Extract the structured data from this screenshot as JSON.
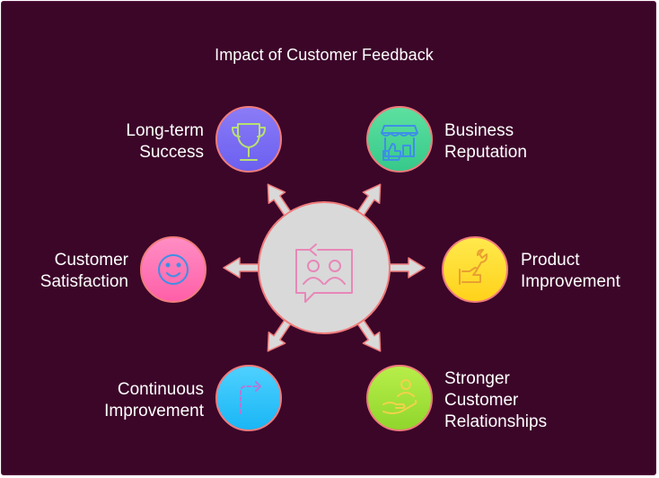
{
  "title": "Impact of Customer Feedback",
  "center": {
    "icon": "feedback-chat-users-icon"
  },
  "outcomes": [
    {
      "id": "long-term-success",
      "lines": [
        "Long-term",
        "Success"
      ],
      "icon": "trophy-icon",
      "color_top": "#8b7cf6",
      "color_bottom": "#6b5ff0"
    },
    {
      "id": "business-reputation",
      "lines": [
        "Business",
        "Reputation"
      ],
      "icon": "storefront-thumbs-up-icon",
      "color_top": "#5ee0a0",
      "color_bottom": "#36c98a"
    },
    {
      "id": "customer-satisfaction",
      "lines": [
        "Customer",
        "Satisfaction"
      ],
      "icon": "smiley-face-icon",
      "color_top": "#ff8ec4",
      "color_bottom": "#ff5fa8"
    },
    {
      "id": "product-improvement",
      "lines": [
        "Product",
        "Improvement"
      ],
      "icon": "wrench-hand-icon",
      "color_top": "#ffe94d",
      "color_bottom": "#ffd21a"
    },
    {
      "id": "continuous-improvement",
      "lines": [
        "Continuous",
        "Improvement"
      ],
      "icon": "dashed-path-arrow-icon",
      "color_top": "#4fd1ff",
      "color_bottom": "#19b6f5"
    },
    {
      "id": "stronger-customer-relationships",
      "lines": [
        "Stronger",
        "Customer",
        "Relationships"
      ],
      "icon": "hand-holding-person-icon",
      "color_top": "#b8ee4a",
      "color_bottom": "#8fd62c"
    }
  ],
  "colors": {
    "background": "#3c0629",
    "center_fill": "#d9d9d9",
    "accent_stroke": "#f07c7c",
    "icon_pink": "#e887b8"
  }
}
